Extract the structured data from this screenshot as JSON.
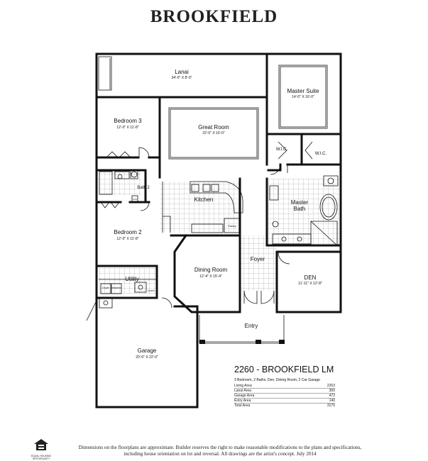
{
  "title": "BROOKFIELD",
  "rooms": {
    "lanai": {
      "name": "Lanai",
      "dims": "34'-0\" X 8'-0\""
    },
    "master_suite": {
      "name": "Master Suite",
      "dims": "14'-0\" X 16'-0\""
    },
    "bedroom3": {
      "name": "Bedroom 3",
      "dims": "12'-0\" X 11'-8\""
    },
    "great_room": {
      "name": "Great Room",
      "dims": "22'-0\" X 16'-0\""
    },
    "wic1": {
      "name": "W.I.C."
    },
    "wic2": {
      "name": "W.I.C."
    },
    "bath2": {
      "name": "Bath 2"
    },
    "kitchen": {
      "name": "Kitchen"
    },
    "master_bath": {
      "name": "Master Bath",
      "line1": "Master",
      "line2": "Bath"
    },
    "bedroom2": {
      "name": "Bedroom 2",
      "dims": "12'-0\" X 11'-8\""
    },
    "foyer": {
      "name": "Foyer"
    },
    "dining_room": {
      "name": "Dining Room",
      "dims": "12'-4\" X 15'-4\""
    },
    "den": {
      "name": "DEN",
      "dims": "11'-11\" X 12'-8\""
    },
    "utility": {
      "name": "Utility"
    },
    "entry": {
      "name": "Entry"
    },
    "garage": {
      "name": "Garage",
      "dims": "20'-0\" X 22'-0\""
    }
  },
  "fixtures": {
    "linen": "Lin",
    "dryer": "Dryer",
    "washer": "Washer",
    "linen2": "Linen",
    "pantry": "Pantry"
  },
  "info": {
    "model": "2260 - BROOKFIELD LM",
    "features": "3 Bedroom, 2 Baths, Den, Dining Room, 2 Car Garage",
    "areas": [
      {
        "label": "Living Area",
        "value": "2263"
      },
      {
        "label": "Lanai Area",
        "value": "300"
      },
      {
        "label": "Garage Area",
        "value": "472"
      },
      {
        "label": "Entry Area",
        "value": "140"
      }
    ],
    "total": {
      "label": "Total Area",
      "value": "3175"
    }
  },
  "disclaimer": "Dimensions on the floorplans are approximate. Builder reserves the right to make reasonable modifications to the plans and specifications, including house orientation on lot and reversal. All drawings are the artist's concept. July 2014",
  "eho_text": [
    "EQUAL HOUSING",
    "OPPORTUNITY"
  ]
}
